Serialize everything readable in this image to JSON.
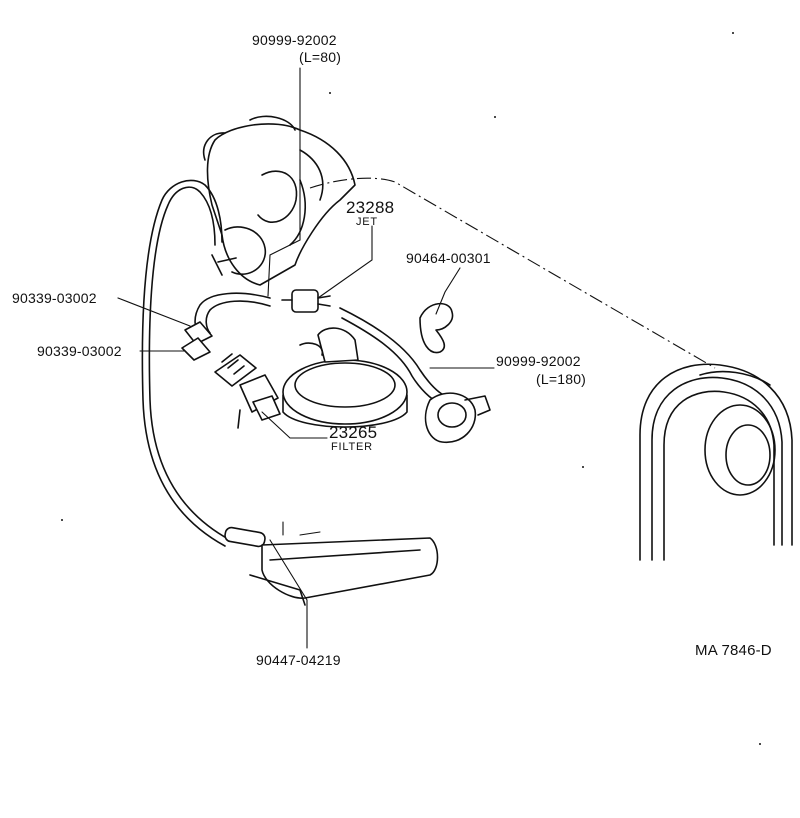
{
  "callouts": {
    "hose_top": {
      "part": "90999-92002",
      "length": "(L=80)"
    },
    "jet": {
      "part": "23288",
      "name": "JET"
    },
    "clip_right": {
      "part": "90464-00301"
    },
    "clamp_upper": {
      "part": "90339-03002"
    },
    "clamp_lower": {
      "part": "90339-03002"
    },
    "hose_right": {
      "part": "90999-92002",
      "length": "(L=180)"
    },
    "filter": {
      "part": "23265",
      "name": "FILTER"
    },
    "clip_bottom": {
      "part": "90447-04219"
    }
  },
  "diagram_code": "MA  7846-D"
}
